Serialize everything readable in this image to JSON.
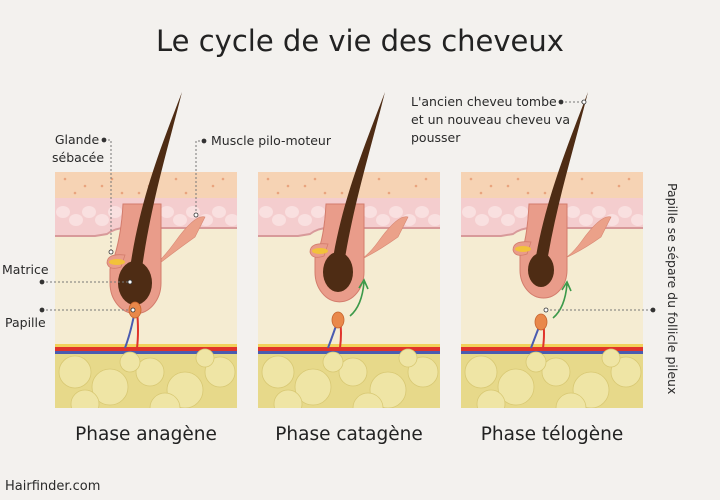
{
  "title": "Le cycle de vie des cheveux",
  "labels": {
    "glande": [
      "Glande",
      "sébacée"
    ],
    "muscle": "Muscle pilo-moteur",
    "matrice": "Matrice",
    "papille": "Papille",
    "ancien": [
      "L'ancien cheveu tombe",
      "et un nouveau cheveu va",
      "pousser"
    ],
    "separation": "Papille se sépare du follicle pileux"
  },
  "phases": [
    "Phase anagène",
    "Phase catagène",
    "Phase télogène"
  ],
  "credit": "Hairfinder.com",
  "colors": {
    "background": "#f3f1ee",
    "epidermis": "#f6d3b4",
    "dermis": "#f4cdce",
    "hypodermis": "#f5ecd2",
    "fat": "#e7d98a",
    "hair": "#4e2c14",
    "follicle": "#e99c8a",
    "artery": "#e0332b",
    "vein": "#4a5bb0",
    "arrow": "#3c9a4a"
  }
}
